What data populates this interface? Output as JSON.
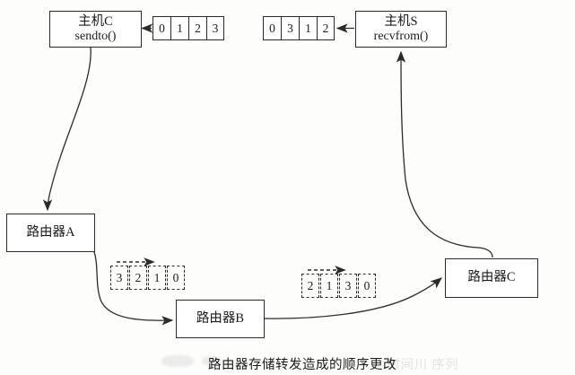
{
  "figure": {
    "caption": "路由器存储转发造成的顺序更改"
  },
  "nodes": {
    "host_c": {
      "title": "主机C",
      "call": "sendto()"
    },
    "host_s": {
      "title": "主机S",
      "call": "recvfrom()"
    },
    "router_a": {
      "title": "路由器A"
    },
    "router_b": {
      "title": "路由器B"
    },
    "router_c": {
      "title": "路由器C"
    }
  },
  "packets": {
    "sent": {
      "label": "sent-order",
      "style": "solid",
      "cells": [
        "0",
        "1",
        "2",
        "3"
      ]
    },
    "received": {
      "label": "received-order",
      "style": "solid",
      "cells": [
        "0",
        "3",
        "1",
        "2"
      ]
    },
    "link_a_b": {
      "label": "in-flight-a-to-b",
      "style": "dashed",
      "cells": [
        "3",
        "2",
        "1",
        "0"
      ]
    },
    "link_b_c": {
      "label": "in-flight-b-to-c",
      "style": "dashed",
      "cells": [
        "2",
        "1",
        "3",
        "0"
      ]
    }
  },
  "ghost_marks": {
    "right": "时间川  序列"
  }
}
